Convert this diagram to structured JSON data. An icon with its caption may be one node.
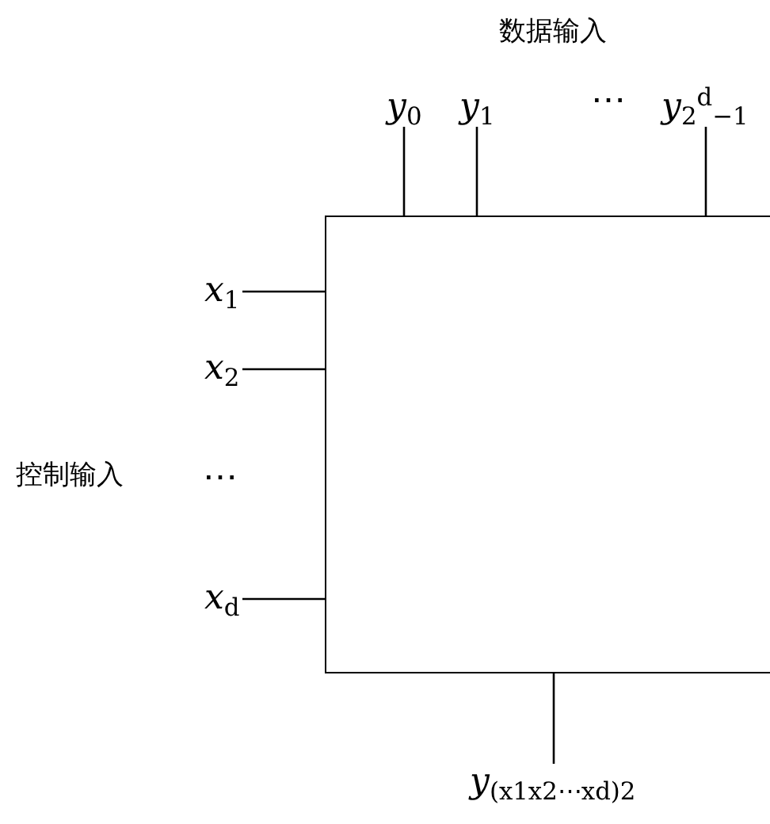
{
  "diagram": {
    "nodes": [
      {
        "text": [],
        "shape": "box"
      },
      {
        "text": [
          "*y*$_{0}$"
        ]
      },
      {
        "text": [
          "*y*$_{1}$"
        ]
      },
      {
        "text": [
          "*y*$_{2}$$^{d}$$_{−1}$"
        ]
      },
      {
        "text": [
          "*x*$_{1}$"
        ]
      },
      {
        "text": [
          "*x*$_{2}$"
        ]
      },
      {
        "text": [
          "*x*$_{d}$"
        ]
      },
      {
        "text": [
          "*y*$_{(x1x2⋯xd)2}$"
        ]
      }
    ],
    "edges": [
      {
        "from": 1,
        "to": 0,
        "arrow": "none"
      },
      {
        "from": 2,
        "to": 0,
        "arrow": "none"
      },
      {
        "from": 3,
        "to": 0,
        "arrow": "none"
      },
      {
        "from": 4,
        "to": 0,
        "arrow": "none"
      },
      {
        "from": 5,
        "to": 0,
        "arrow": "none"
      },
      {
        "from": 6,
        "to": 0,
        "arrow": "none"
      },
      {
        "from": 0,
        "to": 7,
        "arrow": "none"
      }
    ],
    "labels": [
      "数据输入",
      "⋯",
      "控制输入",
      "⋯"
    ]
  }
}
